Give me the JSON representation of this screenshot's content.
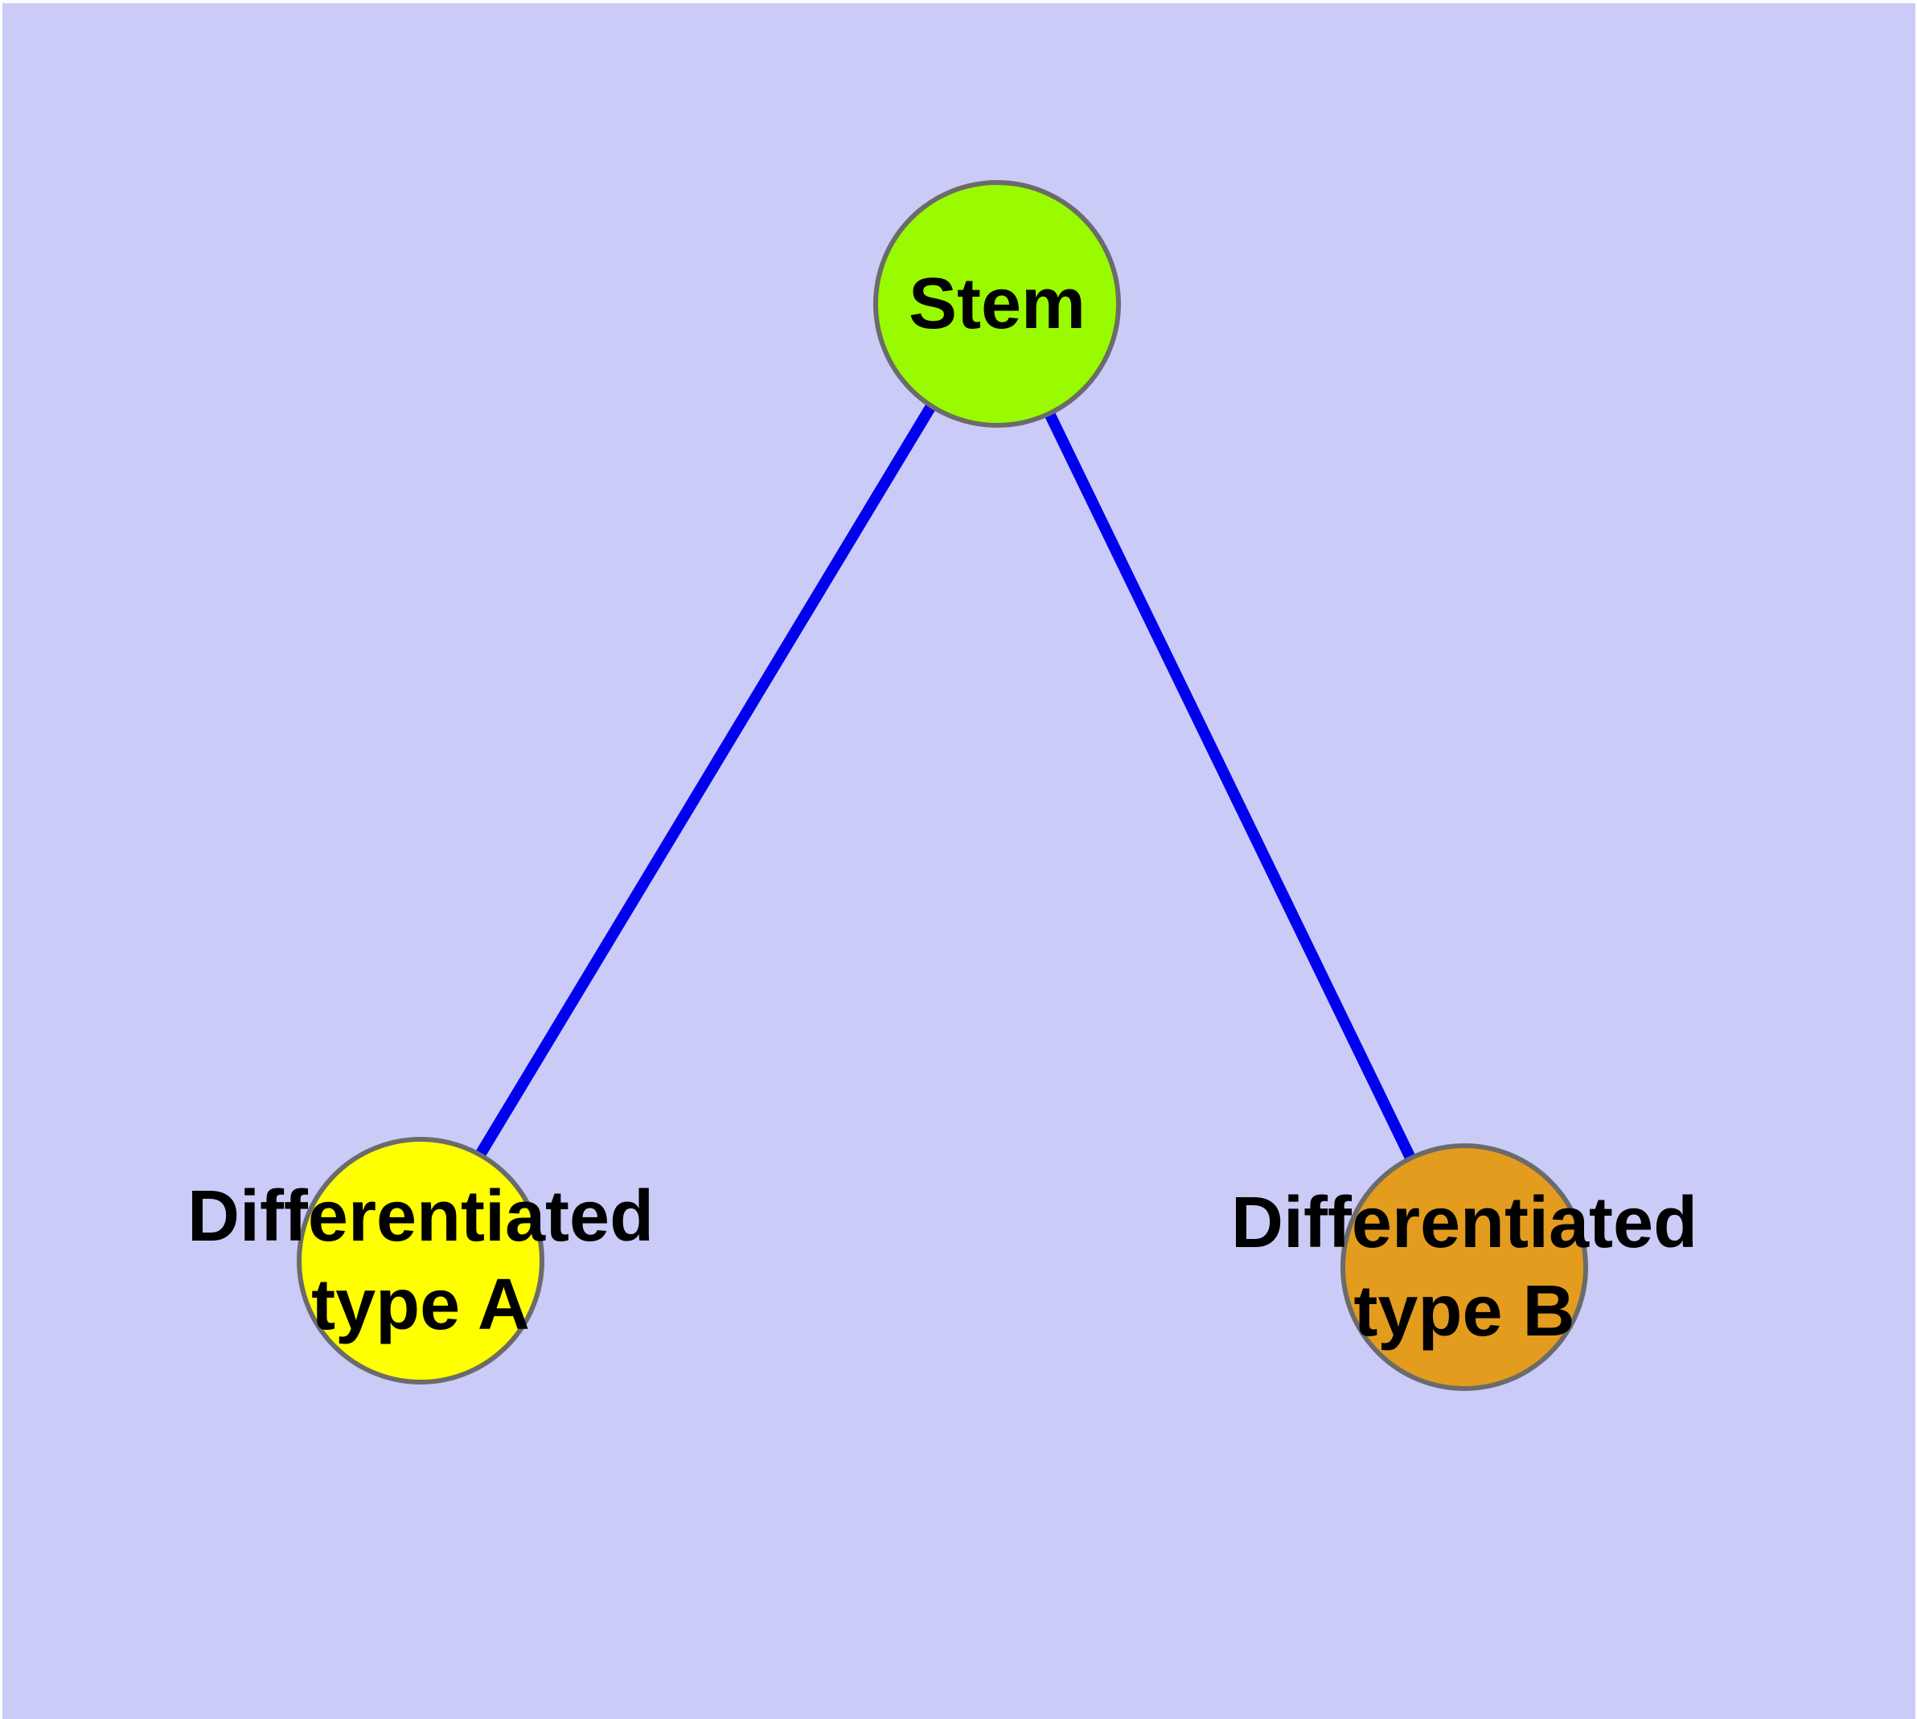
{
  "diagram": {
    "background_color": "#cbcbf7",
    "margin_color": "#ffffff",
    "edge_color": "#0000ee",
    "node_border_color": "#6b6b6b",
    "text_color": "#000000",
    "nodes": [
      {
        "id": "stem",
        "label": "Stem",
        "fill_color": "#9afa00"
      },
      {
        "id": "differentiated-type-a",
        "label_line1": "Differentiated",
        "label_line2": "type A",
        "fill_color": "#ffff00"
      },
      {
        "id": "differentiated-type-b",
        "label_line1": "Differentiated",
        "label_line2": "type B",
        "fill_color": "#e39c1e"
      }
    ],
    "edges": [
      {
        "from": "stem",
        "to": "differentiated-type-a"
      },
      {
        "from": "stem",
        "to": "differentiated-type-b"
      }
    ]
  }
}
